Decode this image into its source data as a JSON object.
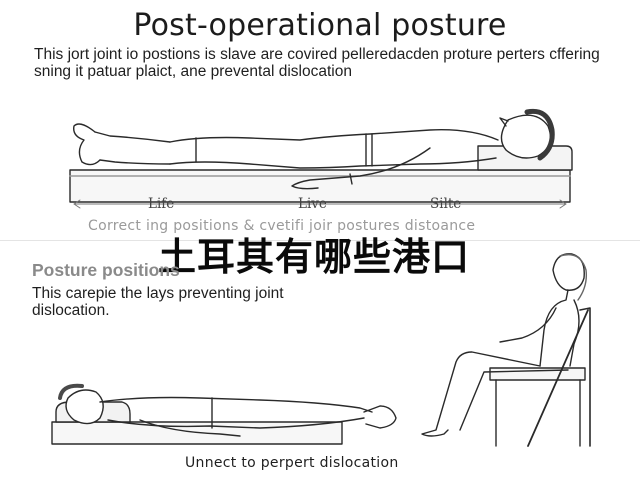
{
  "title": "Post-operational posture",
  "intro": "This jort joint io postions is slave are covired pelleredacden proture perters cffering sning it patuar plaict, ane prevental dislocation",
  "top_illustration": {
    "labels": [
      "Life",
      "Live",
      "Silte"
    ],
    "caption": "Correct ing positions & cvetifi joir postures distoance"
  },
  "overlay_text": "土耳其有哪些港口",
  "section": {
    "heading": "Posture positions",
    "description": "This carepie the lays preventing joint dislocation."
  },
  "bottom_caption": "Unnect to perpert dislocation"
}
